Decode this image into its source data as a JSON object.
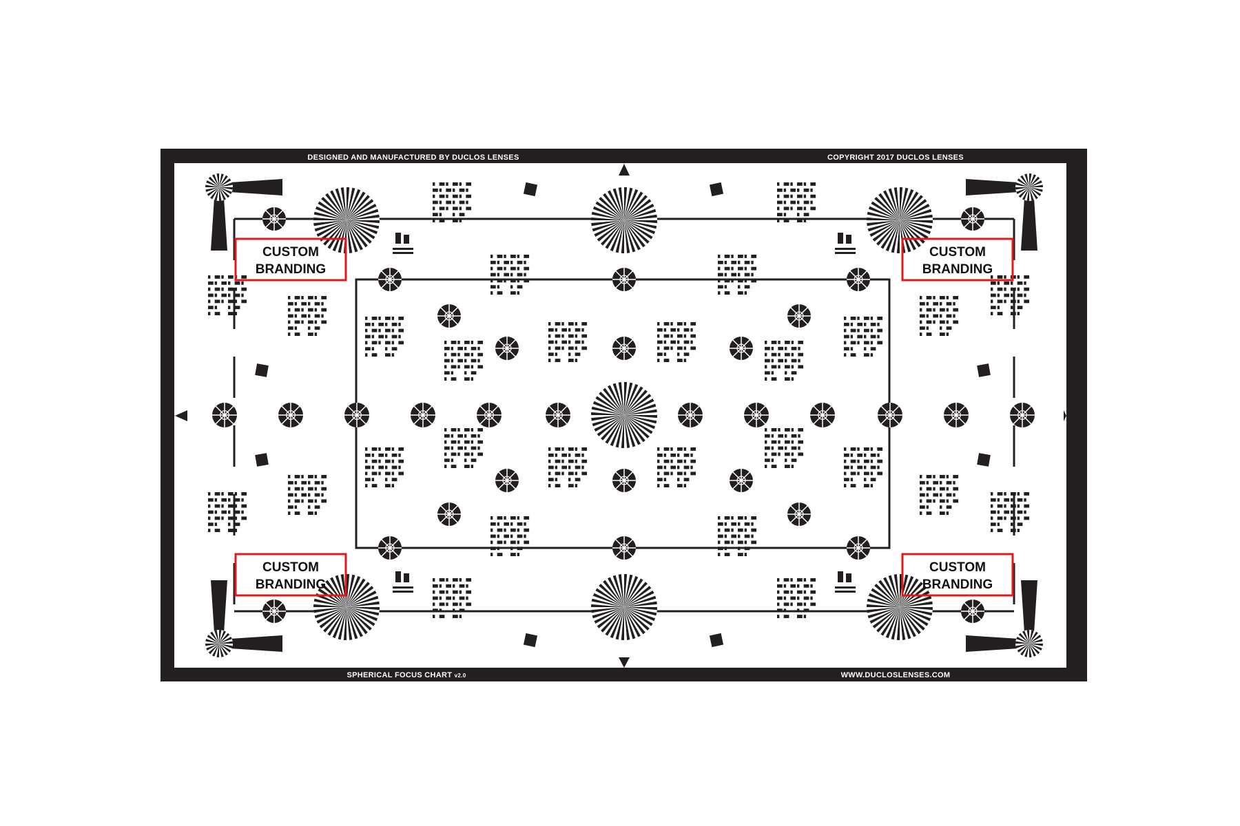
{
  "chart": {
    "header_left": "DESIGNED AND MANUFACTURED BY DUCLOS LENSES",
    "header_right": "COPYRIGHT 2017 DUCLOS LENSES",
    "footer_left": "SPHERICAL FOCUS CHART",
    "footer_left_version": "v2.0",
    "footer_right": "WWW.DUCLOSLENSES.COM",
    "branding_line1": "CUSTOM",
    "branding_line2": "BRANDING",
    "colors": {
      "frame": "#231f20",
      "ink": "#231f20",
      "branding_box": "#e0191b",
      "paper": "#ffffff"
    },
    "icons": [
      "siemens-star-icon",
      "resolution-target-icon",
      "fiducial-square-icon",
      "alignment-triangle-icon",
      "corner-focus-target-icon",
      "duclos-logo-icon"
    ]
  }
}
